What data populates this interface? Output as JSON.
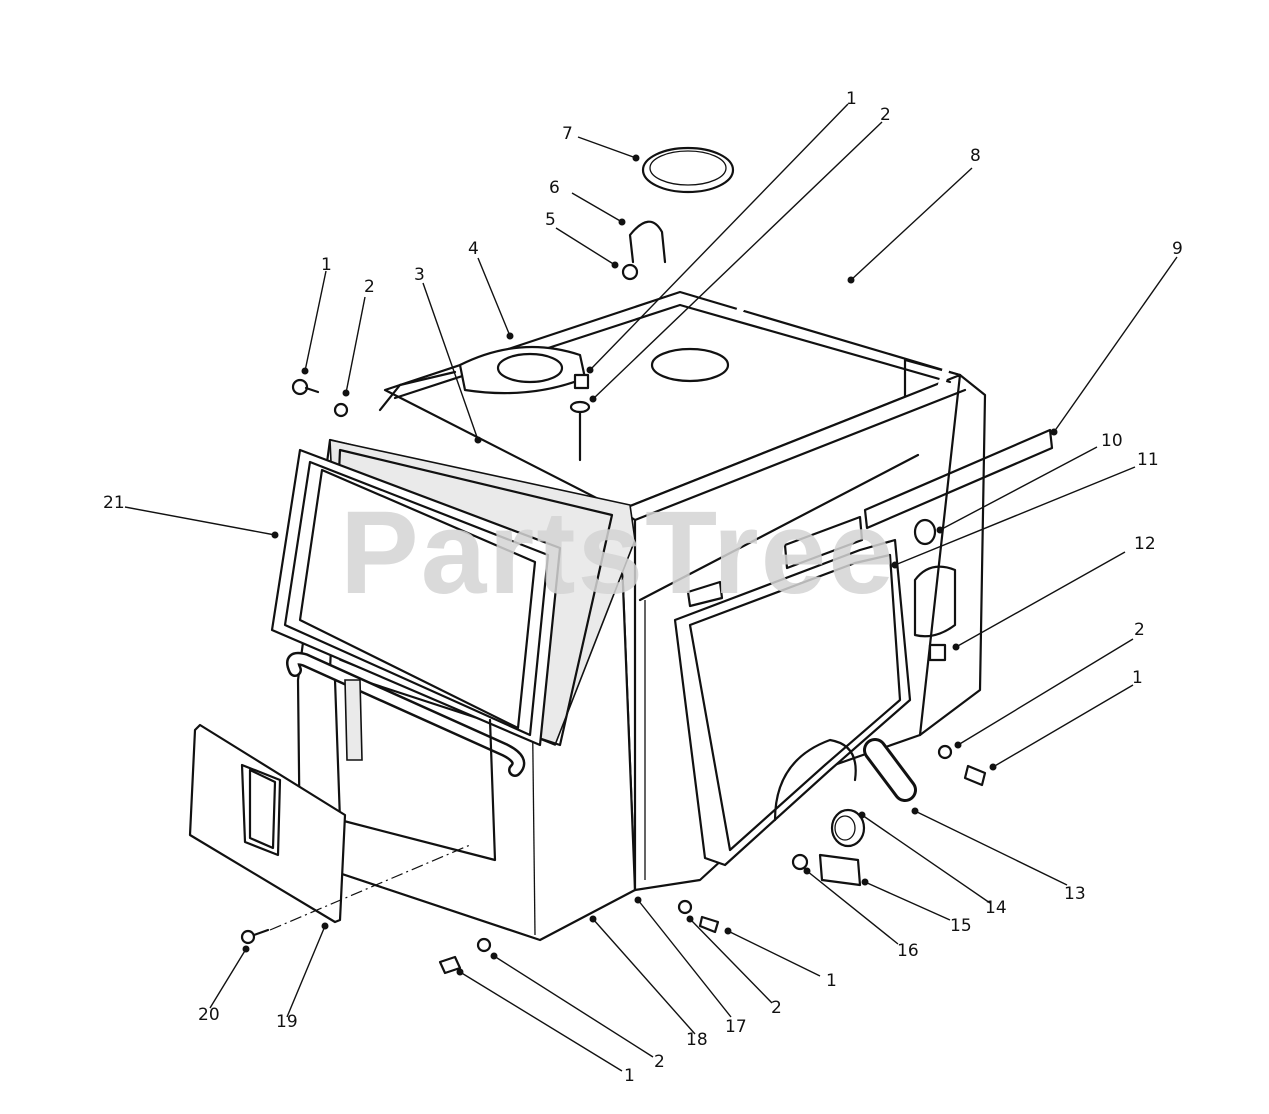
{
  "watermark": "PartsTree",
  "callouts": [
    {
      "id": "c7",
      "text": "7"
    },
    {
      "id": "c6",
      "text": "6"
    },
    {
      "id": "c5",
      "text": "5"
    },
    {
      "id": "c1a",
      "text": "1"
    },
    {
      "id": "c2a",
      "text": "2"
    },
    {
      "id": "c8",
      "text": "8"
    },
    {
      "id": "c9",
      "text": "9"
    },
    {
      "id": "c4",
      "text": "4"
    },
    {
      "id": "c3",
      "text": "3"
    },
    {
      "id": "c1b",
      "text": "1"
    },
    {
      "id": "c2b",
      "text": "2"
    },
    {
      "id": "c21",
      "text": "21"
    },
    {
      "id": "c10",
      "text": "10"
    },
    {
      "id": "c11",
      "text": "11"
    },
    {
      "id": "c12",
      "text": "12"
    },
    {
      "id": "c2c",
      "text": "2"
    },
    {
      "id": "c1c",
      "text": "1"
    },
    {
      "id": "c13",
      "text": "13"
    },
    {
      "id": "c14",
      "text": "14"
    },
    {
      "id": "c15",
      "text": "15"
    },
    {
      "id": "c16",
      "text": "16"
    },
    {
      "id": "c1d",
      "text": "1"
    },
    {
      "id": "c2d",
      "text": "2"
    },
    {
      "id": "c17",
      "text": "17"
    },
    {
      "id": "c18",
      "text": "18"
    },
    {
      "id": "c2e",
      "text": "2"
    },
    {
      "id": "c1e",
      "text": "1"
    },
    {
      "id": "c19",
      "text": "19"
    },
    {
      "id": "c20",
      "text": "20"
    }
  ]
}
